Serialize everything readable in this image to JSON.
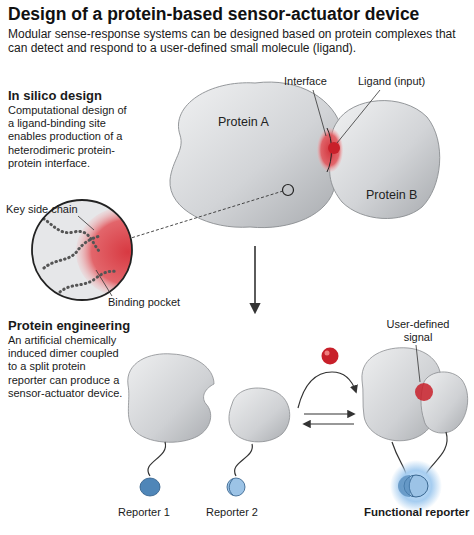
{
  "diagram": {
    "title": "Design of a protein-based sensor-actuator device",
    "nodes": [
      {
        "text": [
          "Protein A"
        ]
      },
      {
        "text": [
          "Protein B"
        ]
      }
    ],
    "labels": [
      "Modular sense-response systems can be designed based on protein complexes that can detect and respond to a user-defined small molecule (ligand).",
      "In silico design",
      "Computational design of a ligand-binding site enables production of a heterodimeric protein-protein interface.",
      "Interface",
      "Ligand (input)",
      "Key side chain",
      "Binding pocket",
      "Protein engineering",
      "An artificial chemically induced dimer coupled to a split protein reporter can produce a sensor-actuator device.",
      "User-defined signal",
      "Reporter 1",
      "Reporter 2",
      "Functional reporter"
    ]
  }
}
